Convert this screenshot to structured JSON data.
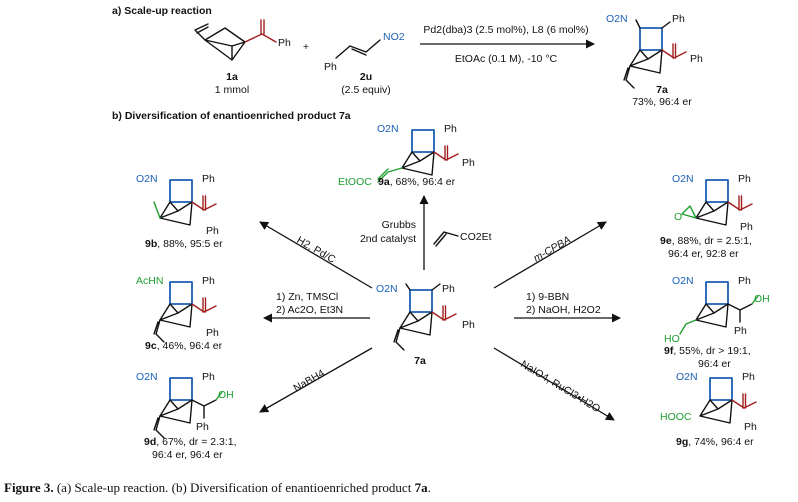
{
  "scaleup": {
    "heading": "a) Scale-up reaction",
    "substrate_1a": {
      "label": "1a",
      "amount": "1 mmol"
    },
    "plus": "+",
    "substrate_2u": {
      "label": "2u",
      "amount": "(2.5 equiv)",
      "no2": "NO2",
      "ph": "Ph"
    },
    "conditions_top": "Pd2(dba)3 (2.5 mol%), L8 (6 mol%)",
    "conditions_bottom": "EtOAc (0.1 M), -10 °C",
    "product_7a": {
      "label": "7a",
      "result": "73%, 96:4 er",
      "no2": "O2N",
      "ph1": "Ph",
      "ph2": "Ph"
    }
  },
  "diversification": {
    "heading": "b) Diversification of enantioenriched product 7a",
    "center": {
      "label": "7a",
      "no2": "O2N",
      "ph1": "Ph",
      "ph2": "Ph"
    },
    "p9a": {
      "label": "9a",
      "result": ", 68%, 96:4 er",
      "ester": "EtOOC",
      "no2": "O2N",
      "ph1": "Ph",
      "ph2": "Ph",
      "reagent_line1": "Grubbs",
      "reagent_line2": "2nd catalyst",
      "reagent_olefin": "CO2Et"
    },
    "p9b": {
      "label": "9b",
      "result": ", 88%, 95:5 er",
      "no2": "O2N",
      "ph1": "Ph",
      "ph2": "Ph",
      "reagent": "H2, Pd/C"
    },
    "p9c": {
      "label": "9c",
      "result": ", 46%, 96:4 er",
      "nh": "AcHN",
      "ph1": "Ph",
      "ph2": "Ph",
      "reagent_line1": "1) Zn, TMSCl",
      "reagent_line2": "2) Ac2O, Et3N"
    },
    "p9d": {
      "label": "9d",
      "result_line1": ", 67%, dr = 2.3:1,",
      "result_line2": "96:4 er, 96:4 er",
      "no2": "O2N",
      "ph1": "Ph",
      "ph2": "Ph",
      "oh": "OH",
      "reagent": "NaBH4"
    },
    "p9e": {
      "label": "9e",
      "result_line1": ", 88%, dr = 2.5:1,",
      "result_line2": "96:4 er, 92:8 er",
      "no2": "O2N",
      "ph1": "Ph",
      "ph2": "Ph",
      "o": "O",
      "reagent": "m-CPBA"
    },
    "p9f": {
      "label": "9f",
      "result_line1": ", 55%, dr > 19:1,",
      "result_line2": "96:4 er",
      "no2": "O2N",
      "ph1": "Ph",
      "ph2": "Ph",
      "oh1": "OH",
      "oh2": "HO",
      "reagent_line1": "1) 9-BBN",
      "reagent_line2": "2) NaOH, H2O2"
    },
    "p9g": {
      "label": "9g",
      "result": ", 74%, 96:4 er",
      "no2": "O2N",
      "ph1": "Ph",
      "ph2": "Ph",
      "acid": "HOOC",
      "reagent": "NaIO4, RuCl3•H2O"
    }
  },
  "caption": {
    "bold": "Figure 3.",
    "text": " (a) Scale-up reaction. (b) Diversification of enantioenriched product ",
    "bold_end": "7a",
    "end": "."
  }
}
